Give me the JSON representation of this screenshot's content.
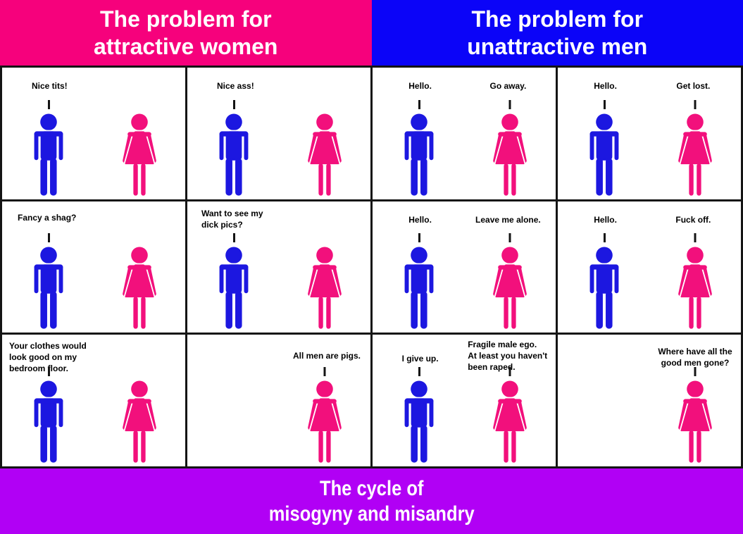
{
  "header": {
    "left": {
      "line1": "The problem for",
      "line2": "attractive women"
    },
    "right": {
      "line1": "The problem for",
      "line2": "unattractive men"
    }
  },
  "footer": {
    "line1": "The cycle of",
    "line2": "misogyny and misandry"
  },
  "colors": {
    "header-pink": "#f6017c",
    "header-blue": "#0b04f8",
    "footer-purple": "#b100f5",
    "male-fig": "#1c17e0",
    "female-fig": "#f2107c",
    "line": "#141414"
  },
  "panels": [
    {
      "male_speech": "Nice tits!",
      "female_speech": ""
    },
    {
      "male_speech": "Nice ass!",
      "female_speech": ""
    },
    {
      "male_speech": "Hello.",
      "female_speech": "Go away."
    },
    {
      "male_speech": "Hello.",
      "female_speech": "Get lost."
    },
    {
      "male_speech": "Fancy a shag?",
      "female_speech": ""
    },
    {
      "male_speech": "Want to see my\ndick pics?",
      "female_speech": ""
    },
    {
      "male_speech": "Hello.",
      "female_speech": "Leave me alone."
    },
    {
      "male_speech": "Hello.",
      "female_speech": "Fuck off."
    },
    {
      "male_speech": "Your clothes would\nlook good on my\nbedroom floor.",
      "female_speech": ""
    },
    {
      "male_speech": "",
      "female_speech": "All men are pigs."
    },
    {
      "male_speech": "I give up.",
      "female_speech": "Fragile male ego.\nAt least you haven't\nbeen raped."
    },
    {
      "male_speech": "",
      "female_speech": "Where have all the\ngood men gone?"
    }
  ]
}
